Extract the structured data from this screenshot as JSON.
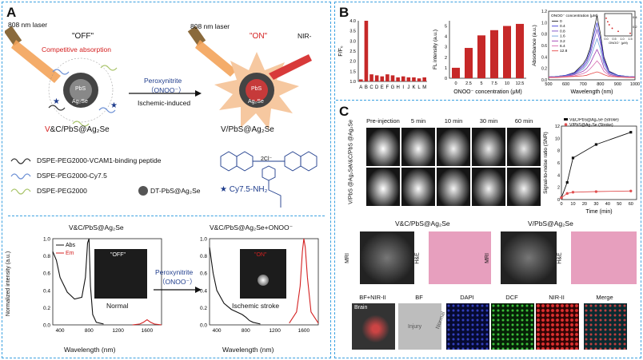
{
  "panelA": {
    "letter": "A",
    "laser_left": "808 nm laser",
    "laser_right": "808 nm laser",
    "off": "\"OFF\"",
    "on": "\"ON\"",
    "nir": "NIR-",
    "competitive": "Competitive absorption",
    "pbs": "PbS",
    "ag2se": "Ag₂Se",
    "peroxynitrite": "Peroxynitrite",
    "onoo": "（ONOO⁻）",
    "ischemic_induced": "Ischemic-induced",
    "name_left": "V&C/PbS@Ag₂Se",
    "name_right": "V/PbS@Ag₂Se",
    "legend": [
      {
        "text": "DSPE-PEG2000-VCAM1-binding peptide",
        "icon": "peptide-chain"
      },
      {
        "text": "DSPE-PEG2000-Cy7.5",
        "icon": "cy75-chain"
      },
      {
        "text": "DSPE-PEG2000",
        "icon": "peg-chain"
      },
      {
        "text": "DT-PbS@Ag₂Se",
        "icon": "nanoparticle"
      }
    ],
    "cy_label": "Cy7.5-NH₂",
    "cl": "2Cl⁻",
    "spectrum_left_title": "V&C/PbS@Ag₂Se",
    "spectrum_right_title": "V&C/PbS@Ag₂Se+ONOO⁻",
    "ylabel": "Normalized intensity (a.u.)",
    "xlabel": "Wavelength (nm)",
    "legend_abs": "Abs",
    "legend_em": "Em",
    "inset_left_off": "\"OFF\"",
    "inset_left_caption": "Normal",
    "inset_right_on": "\"ON\"",
    "inset_right_caption": "Ischemic stroke",
    "yticks": [
      "0.0",
      "0.2",
      "0.4",
      "0.6",
      "0.8",
      "1.0"
    ],
    "xticks": [
      "400",
      "800",
      "1200",
      "1600"
    ]
  },
  "panelB": {
    "letter": "B",
    "bar1": {
      "ylabel": "F/F₀",
      "yticks": [
        "1.0",
        "1.5",
        "2.0",
        "2.5",
        "3.0",
        "3.5",
        "4.0"
      ]
    },
    "bar2": {
      "ylabel": "FL intensity (a.u.)",
      "xlabel": "ONOO⁻ concentration (μM)",
      "yticks": [
        "0",
        "1",
        "2",
        "3",
        "4",
        "5"
      ]
    },
    "absorb": {
      "ylabel": "Absorbance (a.u.)",
      "xlabel": "Wavelength (nm)",
      "legend_title": "ONOO⁻ concentration (μM)",
      "legend": [
        "0",
        "0.4",
        "0.8",
        "1.6",
        "3.2",
        "6.4",
        "12.8"
      ],
      "inset_xlabel": "ONOO⁻ (μM)",
      "inset_xticks": [
        "0.0",
        "0.5",
        "1.0",
        "1.5"
      ],
      "inset_yticks": [
        "0.4",
        "0.2"
      ],
      "xticks": [
        "500",
        "600",
        "700",
        "800",
        "900",
        "1000"
      ],
      "yticks": [
        "0.0",
        "0.2",
        "0.4",
        "0.6",
        "0.8",
        "1.0",
        "1.2"
      ]
    }
  },
  "panelC": {
    "letter": "C",
    "time_headers": [
      "Pre-injection",
      "5 min",
      "10 min",
      "30 min",
      "60 min"
    ],
    "row1": "V&C/PbS @Ag₂Se",
    "row2": "V/PbS @Ag₂Se",
    "snr": {
      "ylabel": "Signal-to-noise ratio (SNR)",
      "xlabel": "Time (min)",
      "legend1": "V&C/PbS@Ag₂Se (Stroke)",
      "legend2": "V/PbS@Ag₂Se (Stroke)",
      "xticks": [
        "0",
        "10",
        "20",
        "30",
        "40",
        "50",
        "60"
      ],
      "yticks": [
        "0",
        "2",
        "4",
        "6",
        "8",
        "10",
        "12"
      ]
    },
    "mri_left_title": "V&C/PbS@Ag₂Se",
    "mri_right_title": "V/PbS@Ag₂Se",
    "mri": "MRI",
    "he": "H&E",
    "micro": [
      "BF+NIR-II",
      "BF",
      "DAPI",
      "DCF",
      "NIR-II",
      "Merge"
    ],
    "brain": "Brain",
    "injury": "Injury",
    "normal": "Normal"
  },
  "chart_data": [
    {
      "type": "bar",
      "categories": [
        "A",
        "B",
        "C",
        "D",
        "E",
        "F",
        "G",
        "H",
        "I",
        "J",
        "K",
        "L",
        "M"
      ],
      "values": [
        1.1,
        4.0,
        1.35,
        1.3,
        1.25,
        1.35,
        1.3,
        1.2,
        1.25,
        1.2,
        1.2,
        1.15,
        1.2
      ],
      "ylabel": "F/F₀",
      "ylim": [
        1.0,
        4.0
      ]
    },
    {
      "type": "bar",
      "categories": [
        "0",
        "2.5",
        "5",
        "7.5",
        "10",
        "12.5"
      ],
      "values": [
        1.0,
        2.9,
        4.1,
        4.6,
        5.0,
        5.2
      ],
      "xlabel": "ONOO⁻ concentration (μM)",
      "ylabel": "FL intensity (a.u.)",
      "ylim": [
        0,
        5.5
      ]
    },
    {
      "type": "line",
      "xlabel": "Wavelength (nm)",
      "ylabel": "Absorbance (a.u.)",
      "xlim": [
        500,
        1000
      ],
      "ylim": [
        0,
        1.2
      ],
      "x": [
        500,
        550,
        600,
        650,
        700,
        720,
        740,
        760,
        780,
        800,
        820,
        850,
        900,
        950,
        1000
      ],
      "series": [
        {
          "name": "0",
          "values": [
            0.05,
            0.06,
            0.08,
            0.13,
            0.28,
            0.38,
            0.55,
            0.85,
            1.12,
            0.8,
            0.4,
            0.15,
            0.08,
            0.06,
            0.05
          ]
        },
        {
          "name": "0.4",
          "values": [
            0.05,
            0.06,
            0.08,
            0.12,
            0.25,
            0.34,
            0.5,
            0.76,
            1.0,
            0.72,
            0.36,
            0.14,
            0.08,
            0.06,
            0.05
          ]
        },
        {
          "name": "0.8",
          "values": [
            0.05,
            0.06,
            0.07,
            0.11,
            0.22,
            0.3,
            0.44,
            0.66,
            0.88,
            0.64,
            0.32,
            0.13,
            0.07,
            0.06,
            0.05
          ]
        },
        {
          "name": "1.6",
          "values": [
            0.05,
            0.06,
            0.07,
            0.1,
            0.19,
            0.26,
            0.37,
            0.55,
            0.72,
            0.53,
            0.27,
            0.12,
            0.07,
            0.06,
            0.05
          ]
        },
        {
          "name": "3.2",
          "values": [
            0.05,
            0.05,
            0.06,
            0.09,
            0.15,
            0.2,
            0.28,
            0.41,
            0.53,
            0.4,
            0.21,
            0.1,
            0.06,
            0.05,
            0.05
          ]
        },
        {
          "name": "6.4",
          "values": [
            0.04,
            0.05,
            0.06,
            0.07,
            0.11,
            0.14,
            0.19,
            0.26,
            0.33,
            0.26,
            0.15,
            0.08,
            0.05,
            0.05,
            0.04
          ]
        },
        {
          "name": "12.8",
          "values": [
            0.04,
            0.04,
            0.05,
            0.06,
            0.07,
            0.08,
            0.1,
            0.12,
            0.14,
            0.12,
            0.09,
            0.06,
            0.05,
            0.04,
            0.04
          ]
        }
      ]
    },
    {
      "type": "line",
      "xlabel": "Time (min)",
      "ylabel": "Signal-to-noise ratio (SNR)",
      "xlim": [
        0,
        65
      ],
      "ylim": [
        0,
        12
      ],
      "series": [
        {
          "name": "V&C/PbS@Ag₂Se (Stroke)",
          "x": [
            0,
            5,
            10,
            30,
            60
          ],
          "values": [
            0.3,
            2.8,
            6.8,
            9.0,
            11.0
          ]
        },
        {
          "name": "V/PbS@Ag₂Se (Stroke)",
          "x": [
            0,
            5,
            10,
            30,
            60
          ],
          "values": [
            0.3,
            1.0,
            1.2,
            1.3,
            1.4
          ]
        }
      ]
    },
    {
      "type": "line",
      "xlabel": "Wavelength (nm)",
      "ylabel": "Normalized intensity (a.u.)",
      "xlim": [
        300,
        1800
      ],
      "ylim": [
        0,
        1.0
      ],
      "series": [
        {
          "name": "Abs",
          "x": [
            300,
            350,
            400,
            500,
            600,
            700,
            750,
            780,
            800,
            820,
            850,
            900,
            1000
          ],
          "values": [
            0.85,
            0.75,
            0.55,
            0.38,
            0.3,
            0.32,
            0.55,
            0.95,
            1.0,
            0.45,
            0.12,
            0.03,
            0.01
          ]
        },
        {
          "name": "Em",
          "x": [
            1400,
            1500,
            1550,
            1600,
            1650,
            1700,
            1800
          ],
          "values": [
            0.0,
            0.01,
            0.03,
            0.06,
            0.03,
            0.01,
            0.0
          ]
        }
      ]
    },
    {
      "type": "line",
      "xlabel": "Wavelength (nm)",
      "ylabel": "Normalized intensity (a.u.)",
      "xlim": [
        300,
        1800
      ],
      "ylim": [
        0,
        1.0
      ],
      "series": [
        {
          "name": "Abs",
          "x": [
            300,
            350,
            400,
            500,
            600,
            700,
            750,
            800,
            850,
            900,
            1000
          ],
          "values": [
            0.9,
            0.6,
            0.4,
            0.25,
            0.18,
            0.14,
            0.12,
            0.09,
            0.05,
            0.03,
            0.01
          ]
        },
        {
          "name": "Em",
          "x": [
            1400,
            1500,
            1550,
            1580,
            1600,
            1620,
            1650,
            1700,
            1800
          ],
          "values": [
            0.02,
            0.15,
            0.45,
            0.85,
            1.0,
            0.9,
            0.55,
            0.15,
            0.02
          ]
        }
      ]
    }
  ]
}
